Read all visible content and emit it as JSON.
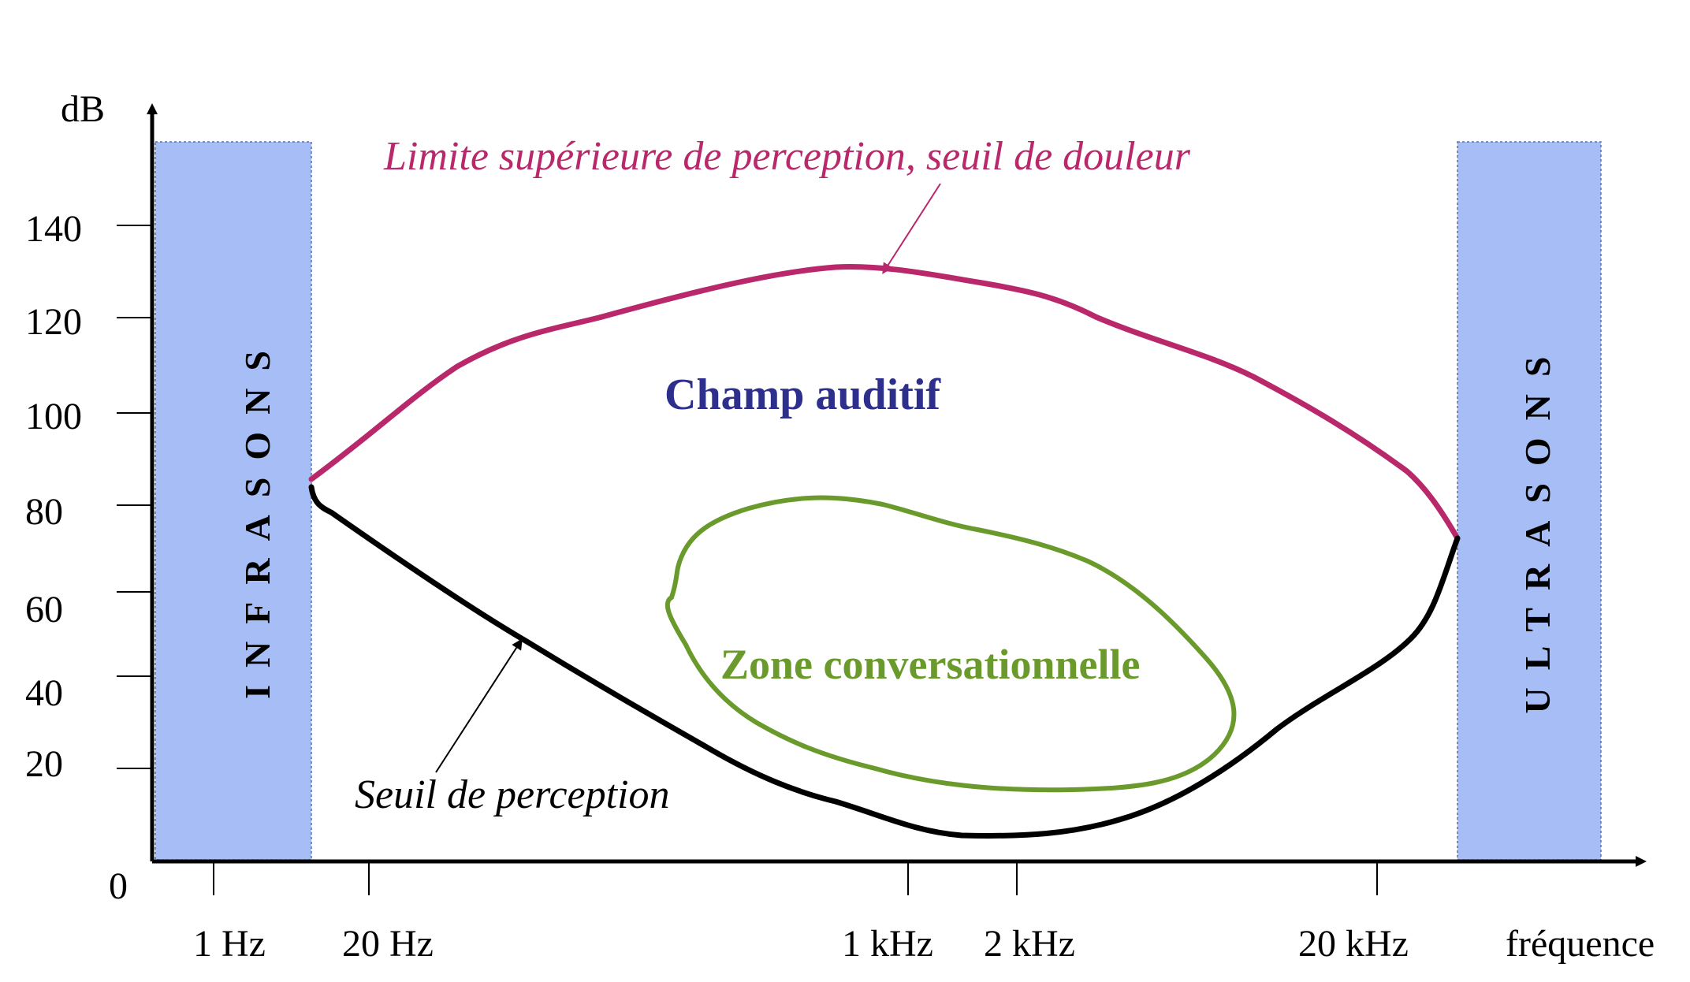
{
  "axes": {
    "y_label": "dB",
    "x_label": "fréquence",
    "origin_label": "0",
    "y_ticks": [
      "20",
      "40",
      "60",
      "80",
      "100",
      "120",
      "140"
    ],
    "x_ticks": [
      "1 Hz",
      "20 Hz",
      "1 kHz",
      "2 kHz",
      "20 kHz"
    ]
  },
  "bands": {
    "left": "INFRASONS",
    "right": "ULTRASONS"
  },
  "labels": {
    "upper_limit": "Limite supérieure de perception, seuil de douleur",
    "threshold": "Seuil de perception",
    "field": "Champ auditif",
    "conversation": "Zone conversationnelle"
  },
  "colors": {
    "upper_curve": "#b8286a",
    "threshold_curve": "#000000",
    "conversation_curve": "#6b9a2c",
    "field_text": "#2e2e8c",
    "band_fill": "#a6bef5"
  }
}
